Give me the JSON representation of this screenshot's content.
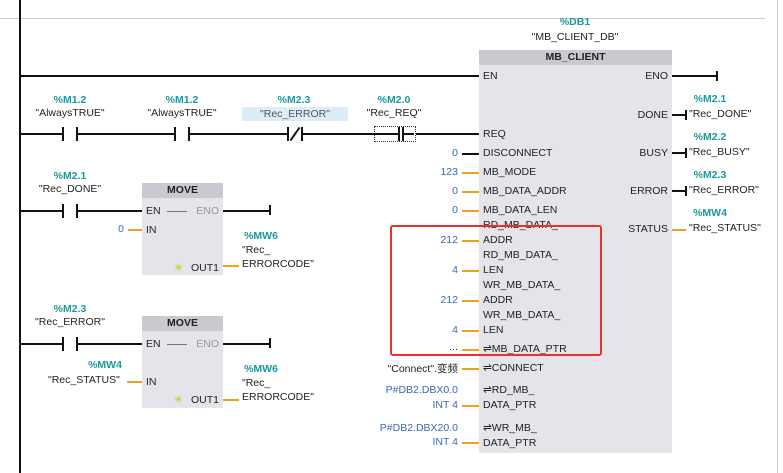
{
  "rung1": {
    "contact1": {
      "address": "%M1.2",
      "symbol": "\"AlwaysTRUE\""
    },
    "contact2": {
      "address": "%M1.2",
      "symbol": "\"AlwaysTRUE\""
    },
    "contact3": {
      "address": "%M2.3",
      "symbol": "\"Rec_ERROR\""
    },
    "contact4": {
      "address": "%M2.0",
      "symbol": "\"Rec_REQ\""
    },
    "instance": {
      "address": "%DB1",
      "symbol": "\"MB_CLIENT_DB\""
    },
    "block": {
      "title": "MB_CLIENT",
      "inputs": {
        "en": "EN",
        "req": "REQ",
        "disconnect": "DISCONNECT",
        "mb_mode": "MB_MODE",
        "mb_data_addr": "MB_DATA_ADDR",
        "mb_data_len": "MB_DATA_LEN",
        "rd_addr_1": "RD_MB_DATA_",
        "rd_addr_2": "ADDR",
        "rd_len_1": "RD_MB_DATA_",
        "rd_len_2": "LEN",
        "wr_addr_1": "WR_MB_DATA_",
        "wr_addr_2": "ADDR",
        "wr_len_1": "WR_MB_DATA_",
        "wr_len_2": "LEN",
        "mb_data_ptr": "⇌MB_DATA_PTR",
        "connect": "⇌CONNECT",
        "rd_ptr_1": "⇌RD_MB_",
        "rd_ptr_2": "DATA_PTR",
        "wr_ptr_1": "⇌WR_MB_",
        "wr_ptr_2": "DATA_PTR"
      },
      "outputs": {
        "eno": "ENO",
        "done": "DONE",
        "busy": "BUSY",
        "error": "ERROR",
        "status": "STATUS"
      }
    },
    "values": {
      "disconnect": "0",
      "mb_mode": "123",
      "mb_data_addr": "0",
      "mb_data_len": "0",
      "rd_addr": "212",
      "rd_len": "4",
      "wr_addr": "212",
      "wr_len": "4",
      "mb_data_ptr": "...",
      "connect": "\"Connect\".变频",
      "rd_ptr_1": "P#DB2.DBX0.0",
      "rd_ptr_2": "INT 4",
      "wr_ptr_1": "P#DB2.DBX20.0",
      "wr_ptr_2": "INT 4"
    },
    "out_operands": {
      "done": {
        "address": "%M2.1",
        "symbol": "\"Rec_DONE\""
      },
      "busy": {
        "address": "%M2.2",
        "symbol": "\"Rec_BUSY\""
      },
      "error": {
        "address": "%M2.3",
        "symbol": "\"Rec_ERROR\""
      },
      "status": {
        "address": "%MW4",
        "symbol": "\"Rec_STATUS\""
      }
    }
  },
  "rung2": {
    "contact": {
      "address": "%M2.1",
      "symbol": "\"Rec_DONE\""
    },
    "move": {
      "title": "MOVE",
      "en": "EN",
      "eno": "ENO",
      "in": "IN",
      "out": "OUT1",
      "in_value": "0",
      "out_address": "%MW6",
      "out_symbol_1": "\"Rec_",
      "out_symbol_2": "ERRORCODE\""
    }
  },
  "rung3": {
    "contact": {
      "address": "%M2.3",
      "symbol": "\"Rec_ERROR\""
    },
    "move": {
      "title": "MOVE",
      "en": "EN",
      "eno": "ENO",
      "in": "IN",
      "out": "OUT1",
      "in_address": "%MW4",
      "in_symbol": "\"Rec_STATUS\"",
      "out_address": "%MW6",
      "out_symbol_1": "\"Rec_",
      "out_symbol_2": "ERRORCODE\""
    }
  },
  "colors": {
    "address": "#1a9a9a",
    "constant": "#3b68b8",
    "wire_data": "#f0a020",
    "highlight": "#e8312a"
  }
}
